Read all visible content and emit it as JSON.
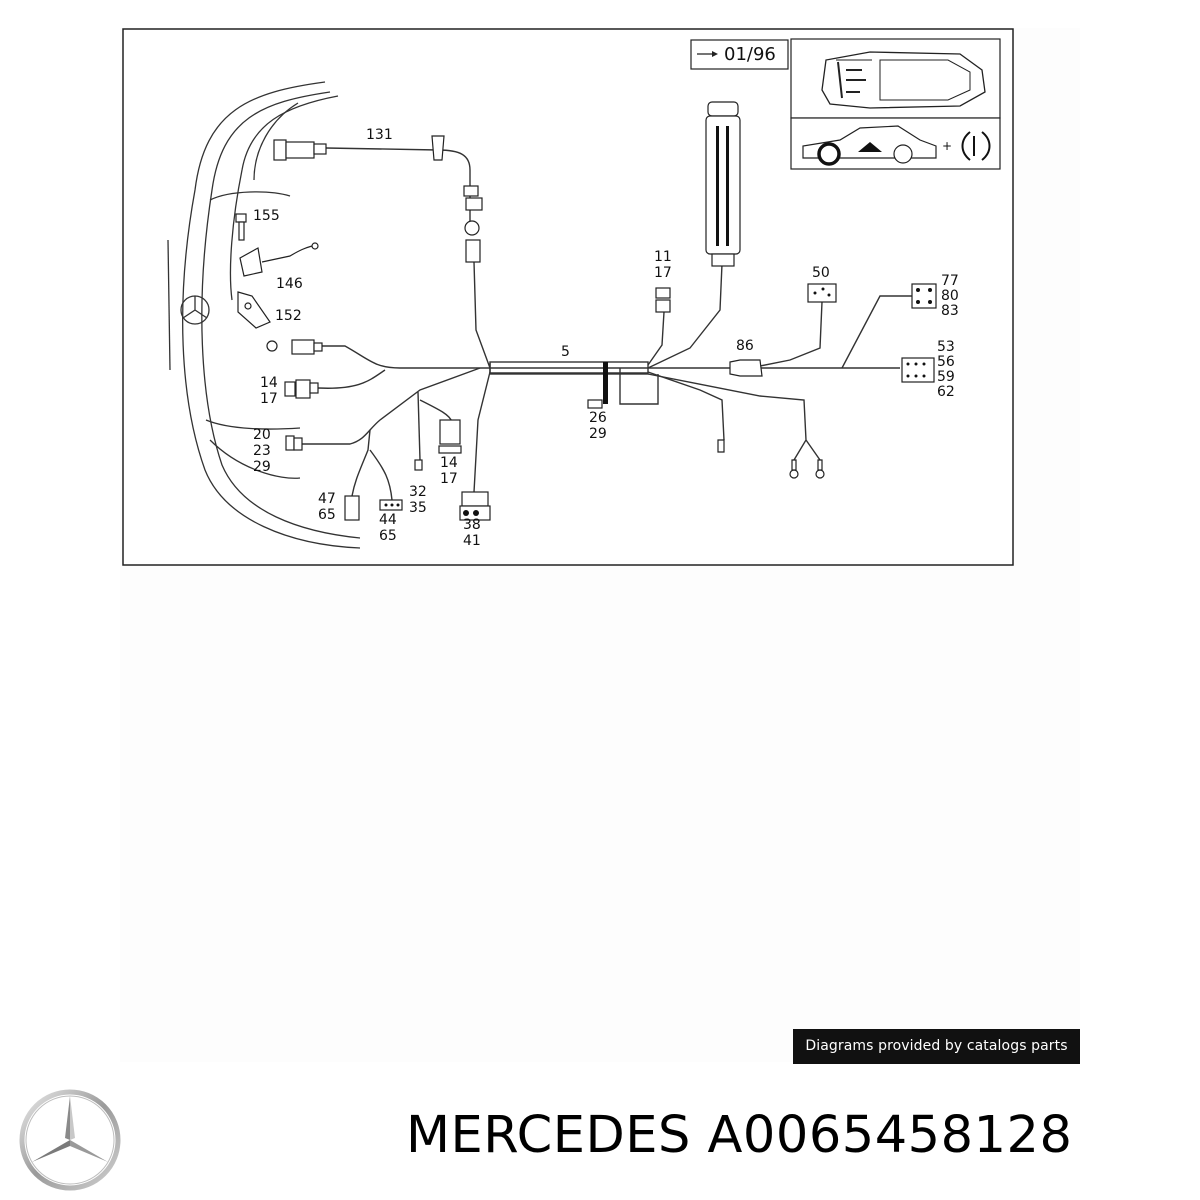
{
  "diagram": {
    "date_code": "01/96",
    "labels": {
      "l131": "131",
      "l155": "155",
      "l146": "146",
      "l152": "152",
      "l14a": "14",
      "l17a": "17",
      "l20": "20",
      "l23": "23",
      "l29a": "29",
      "l47": "47",
      "l65a": "65",
      "l44": "44",
      "l65b": "65",
      "l32": "32",
      "l35": "35",
      "l14b": "14",
      "l17b": "17",
      "l38": "38",
      "l41": "41",
      "l5": "5",
      "l11": "11",
      "l17c": "17",
      "l26": "26",
      "l29b": "29",
      "l50": "50",
      "l86": "86",
      "l77": "77",
      "l80": "80",
      "l83": "83",
      "l53": "53",
      "l56": "56",
      "l59": "59",
      "l62": "62"
    }
  },
  "credit": "Diagrams provided by catalogs parts",
  "brand": "MERCEDES",
  "part_number": "A0065458128",
  "icons": [
    "mercedes-star-logo",
    "car-top-view-icon",
    "car-side-view-icon",
    "arrow-icon"
  ]
}
